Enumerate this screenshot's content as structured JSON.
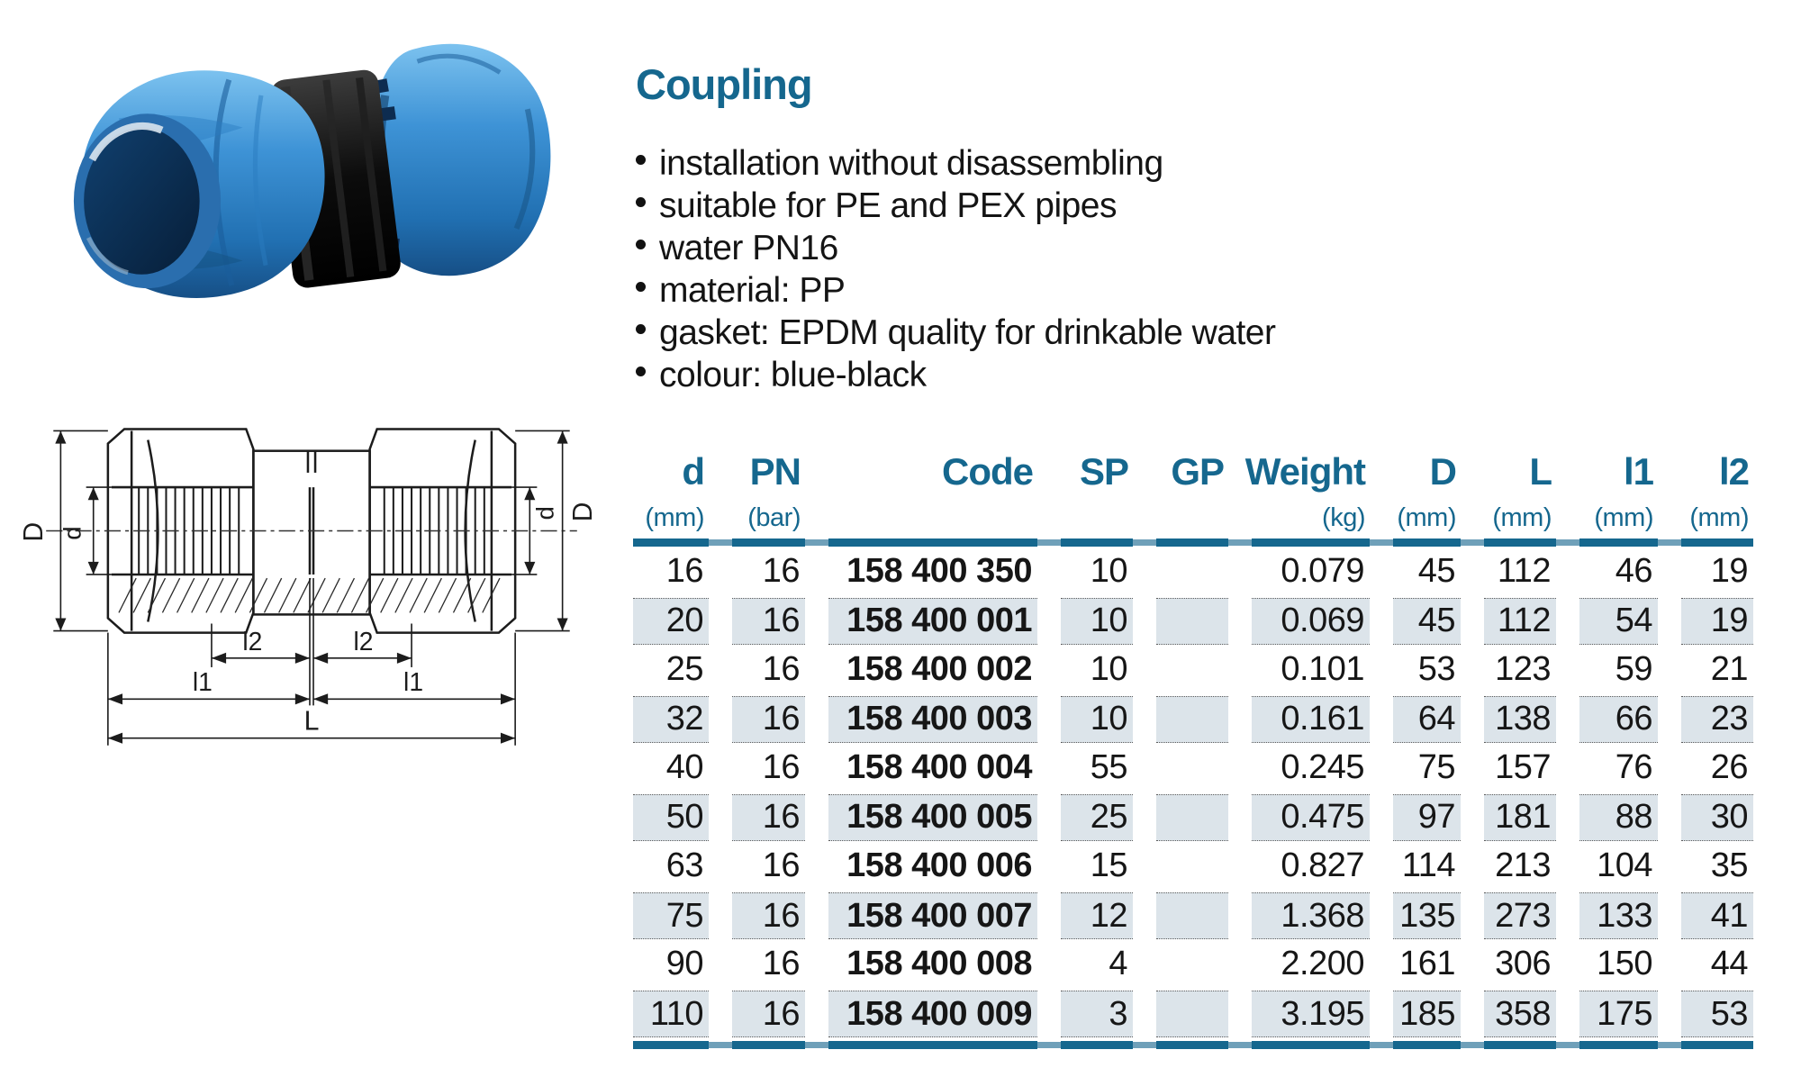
{
  "product": {
    "title": "Coupling",
    "features": [
      "installation without disassembling",
      "suitable for PE and PEX pipes",
      "water PN16",
      "material: PP",
      "gasket: EPDM quality for drinkable water",
      "colour: blue-black"
    ]
  },
  "drawing": {
    "labels": {
      "D": "D",
      "d": "d",
      "l2": "l2",
      "l1": "l1",
      "L": "L"
    }
  },
  "table": {
    "columns": [
      {
        "label": "d",
        "unit": "(mm)"
      },
      {
        "label": "PN",
        "unit": "(bar)"
      },
      {
        "label": "Code",
        "unit": ""
      },
      {
        "label": "SP",
        "unit": ""
      },
      {
        "label": "GP",
        "unit": ""
      },
      {
        "label": "Weight",
        "unit": "(kg)"
      },
      {
        "label": "D",
        "unit": "(mm)"
      },
      {
        "label": "L",
        "unit": "(mm)"
      },
      {
        "label": "l1",
        "unit": "(mm)"
      },
      {
        "label": "l2",
        "unit": "(mm)"
      }
    ],
    "rows": [
      [
        "16",
        "16",
        "158 400 350",
        "10",
        "",
        "0.079",
        "45",
        "112",
        "46",
        "19"
      ],
      [
        "20",
        "16",
        "158 400 001",
        "10",
        "",
        "0.069",
        "45",
        "112",
        "54",
        "19"
      ],
      [
        "25",
        "16",
        "158 400 002",
        "10",
        "",
        "0.101",
        "53",
        "123",
        "59",
        "21"
      ],
      [
        "32",
        "16",
        "158 400 003",
        "10",
        "",
        "0.161",
        "64",
        "138",
        "66",
        "23"
      ],
      [
        "40",
        "16",
        "158 400 004",
        "55",
        "",
        "0.245",
        "75",
        "157",
        "76",
        "26"
      ],
      [
        "50",
        "16",
        "158 400 005",
        "25",
        "",
        "0.475",
        "97",
        "181",
        "88",
        "30"
      ],
      [
        "63",
        "16",
        "158 400 006",
        "15",
        "",
        "0.827",
        "114",
        "213",
        "104",
        "35"
      ],
      [
        "75",
        "16",
        "158 400 007",
        "12",
        "",
        "1.368",
        "135",
        "273",
        "133",
        "41"
      ],
      [
        "90",
        "16",
        "158 400 008",
        "4",
        "",
        "2.200",
        "161",
        "306",
        "150",
        "44"
      ],
      [
        "110",
        "16",
        "158 400 009",
        "3",
        "",
        "3.195",
        "185",
        "358",
        "175",
        "53"
      ]
    ]
  },
  "colors": {
    "accent": "#15678E",
    "row_shade": "#DCE4EA",
    "rule_gap": "#6FA0B9",
    "text": "#1A1A1A"
  }
}
